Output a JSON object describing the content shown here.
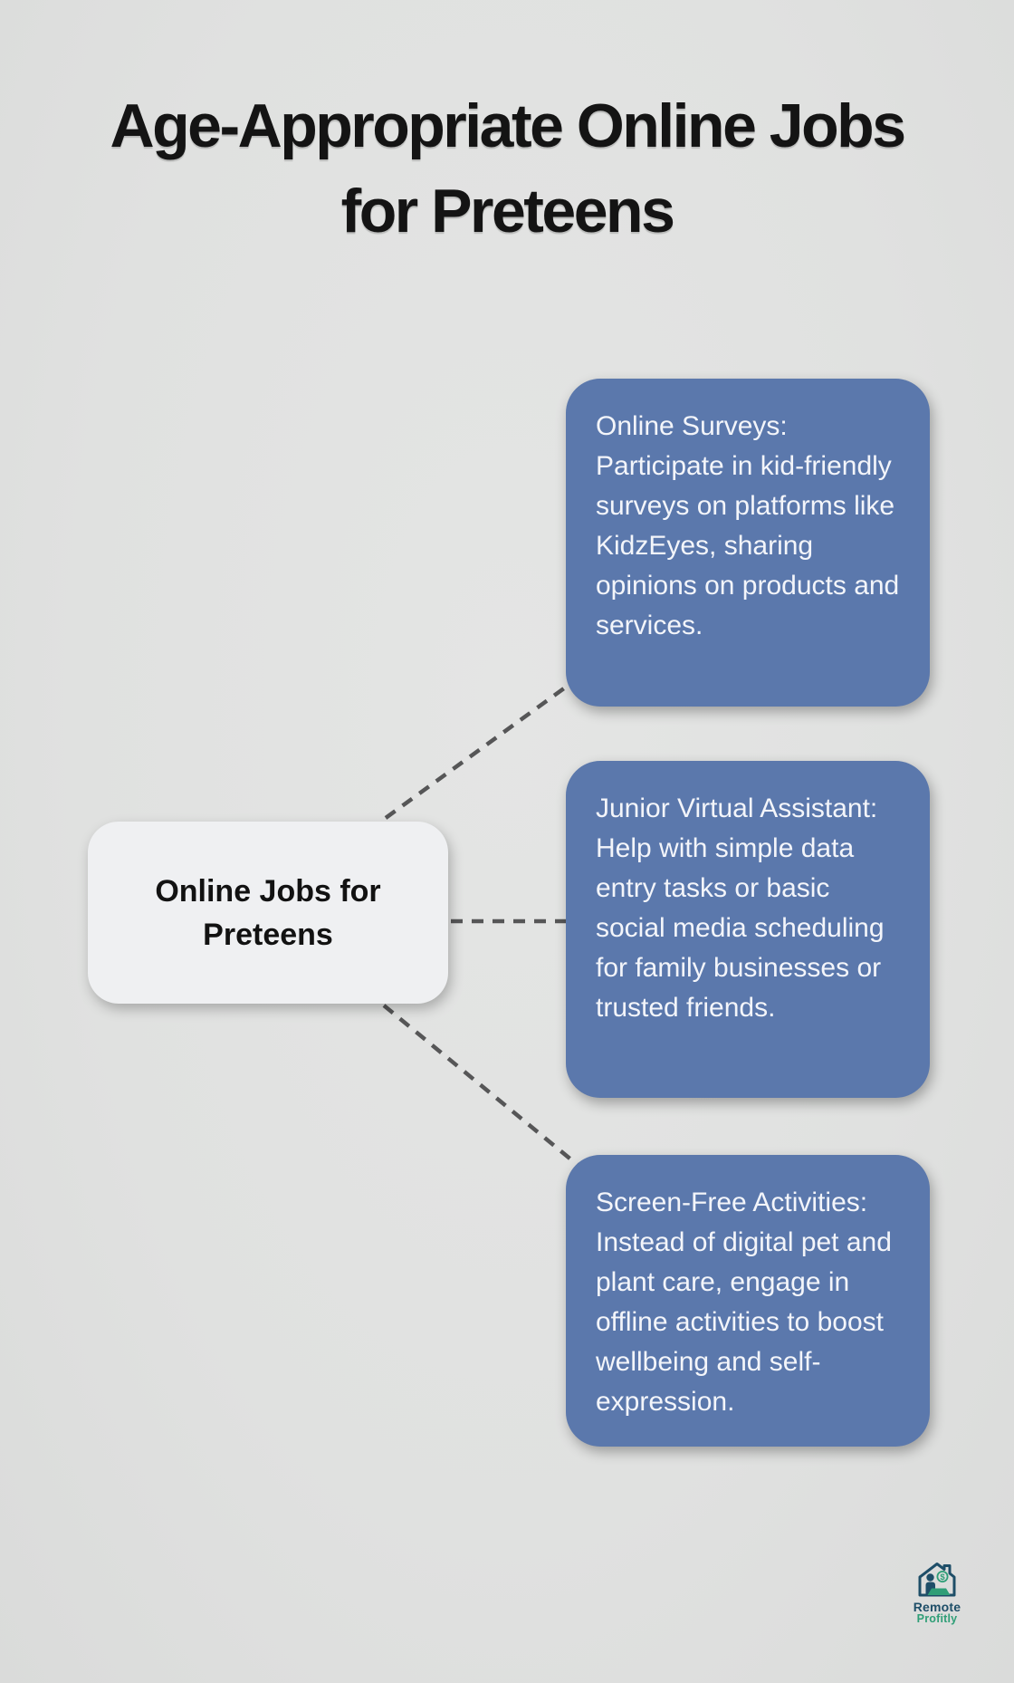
{
  "page": {
    "background": "#e1e2e1"
  },
  "header": {
    "title_line1": "Age-Appropriate Online Jobs",
    "title_line2": "for Preteens"
  },
  "diagram": {
    "center_node": {
      "label": "Online Jobs for Preteens",
      "fill": "#eff0f2"
    },
    "node_fill": "#5b78ac",
    "connector_color": "#565657",
    "nodes": [
      {
        "id": "online-surveys",
        "text": "Online Surveys: Participate in kid-friendly surveys on platforms like KidzEyes, sharing opinions on products and services."
      },
      {
        "id": "junior-virtual-assistant",
        "text": "Junior Virtual Assistant: Help with simple data entry tasks or basic social media scheduling for family businesses or trusted friends."
      },
      {
        "id": "screen-free-activities",
        "text": "Screen-Free Activities: Instead of digital pet and plant care, engage in offline activities to boost wellbeing and self-expression."
      }
    ]
  },
  "branding": {
    "name_top": "Remote",
    "name_bottom": "Profitly",
    "navy": "#1e4e68",
    "teal": "#2f9e77"
  }
}
